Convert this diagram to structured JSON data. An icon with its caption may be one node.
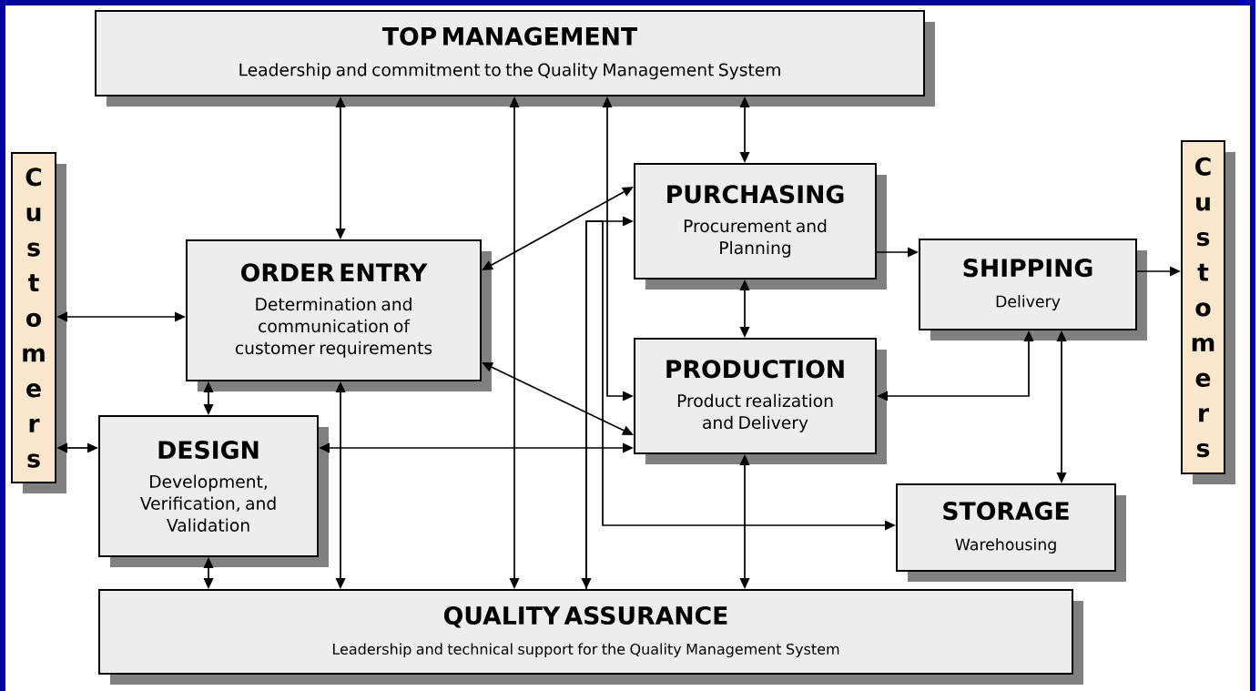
{
  "diagram": {
    "nodes": [
      {
        "text": [
          "TOP MANAGEMENT",
          "Leadership and commitment to the Quality Management System"
        ]
      },
      {
        "text": [
          "Customers"
        ]
      },
      {
        "text": [
          "Customers"
        ]
      },
      {
        "text": [
          "PURCHASING",
          "Procurement and Planning"
        ]
      },
      {
        "text": [
          "ORDER ENTRY",
          "Determination and communication of customer requirements"
        ]
      },
      {
        "text": [
          "SHIPPING",
          "Delivery"
        ]
      },
      {
        "text": [
          "PRODUCTION",
          "Product realization and Delivery"
        ]
      },
      {
        "text": [
          "DESIGN",
          "Development, Verification, and Validation"
        ]
      },
      {
        "text": [
          "STORAGE",
          "Warehousing"
        ]
      },
      {
        "text": [
          "QUALITY ASSURANCE",
          "Leadership and technical support for the Quality Management System"
        ]
      }
    ],
    "edges": [
      {
        "from": 0,
        "to": 4,
        "arrow": "both"
      },
      {
        "from": 0,
        "to": 9,
        "arrow": "both"
      },
      {
        "from": 0,
        "to": 6,
        "arrow": "both"
      },
      {
        "from": 0,
        "to": 3,
        "arrow": "both"
      },
      {
        "from": 1,
        "to": 4,
        "arrow": "both"
      },
      {
        "from": 1,
        "to": 7,
        "arrow": "both"
      },
      {
        "from": 4,
        "to": 3,
        "arrow": "both"
      },
      {
        "from": 4,
        "to": 6,
        "arrow": "both"
      },
      {
        "from": 4,
        "to": 7,
        "arrow": "both"
      },
      {
        "from": 4,
        "to": 9,
        "arrow": "both"
      },
      {
        "from": 3,
        "to": 5,
        "arrow": "to"
      },
      {
        "from": 3,
        "to": 6,
        "arrow": "both"
      },
      {
        "from": 5,
        "to": 2,
        "arrow": "to"
      },
      {
        "from": 5,
        "to": 6,
        "arrow": "both"
      },
      {
        "from": 5,
        "to": 8,
        "arrow": "both"
      },
      {
        "from": 7,
        "to": 6,
        "arrow": "both"
      },
      {
        "from": 7,
        "to": 9,
        "arrow": "both"
      },
      {
        "from": 6,
        "to": 9,
        "arrow": "both"
      },
      {
        "from": 9,
        "to": 3,
        "arrow": "both"
      },
      {
        "from": 9,
        "to": 8,
        "arrow": "to"
      }
    ]
  }
}
